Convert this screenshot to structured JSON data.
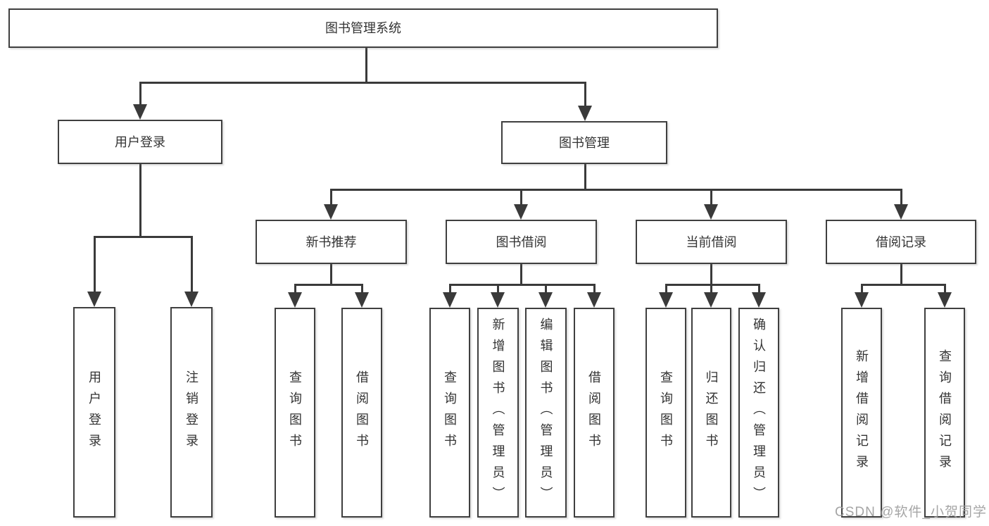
{
  "tree": {
    "label": "图书管理系统",
    "children": [
      {
        "label": "用户登录",
        "children": [
          {
            "label": "用户登录"
          },
          {
            "label": "注销登录"
          }
        ]
      },
      {
        "label": "图书管理",
        "children": [
          {
            "label": "新书推荐",
            "children": [
              {
                "label": "查询图书"
              },
              {
                "label": "借阅图书"
              }
            ]
          },
          {
            "label": "图书借阅",
            "children": [
              {
                "label": "查询图书"
              },
              {
                "label": "新增图书（管理员）"
              },
              {
                "label": "编辑图书（管理员）"
              },
              {
                "label": "借阅图书"
              }
            ]
          },
          {
            "label": "当前借阅",
            "children": [
              {
                "label": "查询图书"
              },
              {
                "label": "归还图书"
              },
              {
                "label": "确认归还（管理员）"
              }
            ]
          },
          {
            "label": "借阅记录",
            "children": [
              {
                "label": "新增借阅记录"
              },
              {
                "label": "查询借阅记录"
              }
            ]
          }
        ]
      }
    ]
  },
  "watermark": "CSDN @软件_小贺同学",
  "colors": {
    "line": "#3a3a3a",
    "box_border": "#3f3f3f",
    "box_fill": "#ffffff",
    "label_text": "#333333",
    "watermark_text": "#9e9e9e",
    "background": "#ffffff"
  }
}
